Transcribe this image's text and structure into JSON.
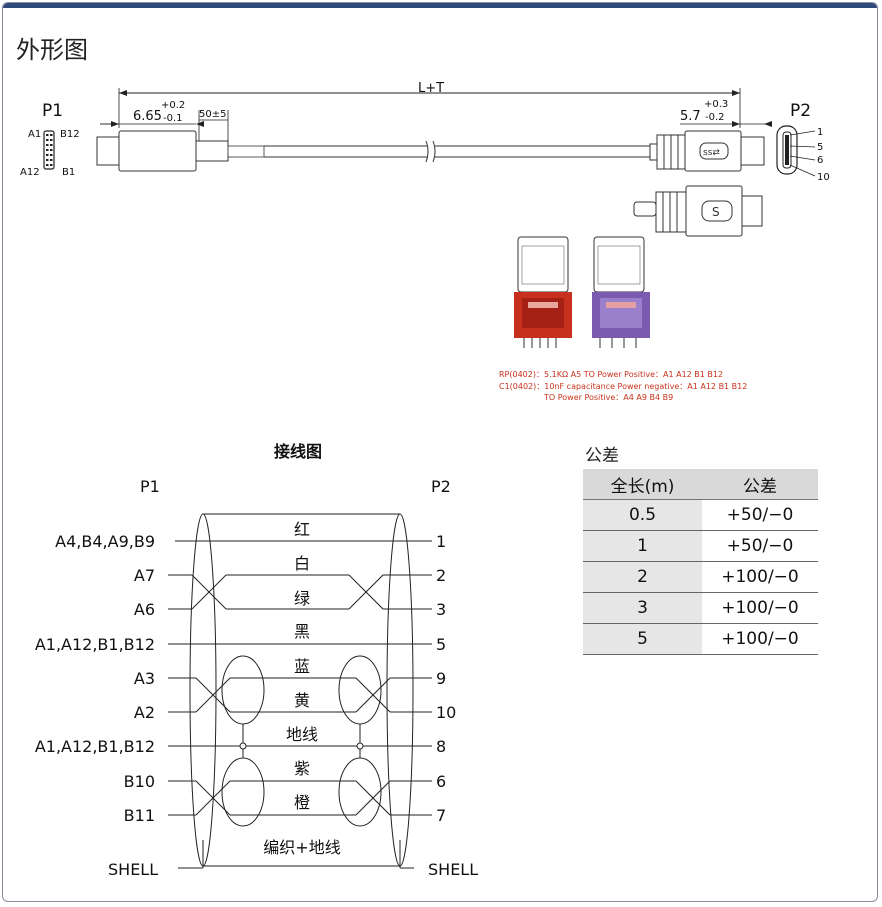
{
  "title": "外形图",
  "outline": {
    "p1_label": "P1",
    "p2_label": "P2",
    "p1_pins": [
      "A1",
      "B12",
      "A12",
      "B1"
    ],
    "p2_pins": [
      "1",
      "5",
      "6",
      "10"
    ],
    "length_label": "L+T",
    "dim_left": "6.65",
    "dim_left_plus": "+0.2",
    "dim_left_minus": "-0.1",
    "dim_label": "50±5",
    "dim_right": "5.7",
    "dim_right_plus": "+0.3",
    "dim_right_minus": "-0.2",
    "pcb_note_1": "RP(0402)：5.1KΩ A5 TO Power Positive：A1 A12 B1 B12",
    "pcb_note_2a": "C1(0402)：10nF capacitance Power negative：A1 A12 B1 B12",
    "pcb_note_2b": "TO Power Positive：A4 A9 B4 B9"
  },
  "wiring": {
    "title": "接线图",
    "p1": "P1",
    "p2": "P2",
    "left_labels": [
      "A4,B4,A9,B9",
      "A7",
      "A6",
      "A1,A12,B1,B12",
      "A3",
      "A2",
      "A1,A12,B1,B12",
      "B10",
      "B11"
    ],
    "right_labels": [
      "1",
      "2",
      "3",
      "5",
      "9",
      "10",
      "8",
      "6",
      "7"
    ],
    "wire_colors": [
      "红",
      "白",
      "绿",
      "黑",
      "蓝",
      "黄",
      "地线",
      "紫",
      "橙"
    ],
    "shield_label": "编织+地线",
    "shell_left": "SHELL",
    "shell_right": "SHELL"
  },
  "tolerance": {
    "title": "公差",
    "headers": [
      "全长(m)",
      "公差"
    ],
    "rows": [
      [
        "0.5",
        "+50/−0"
      ],
      [
        "1",
        "+50/−0"
      ],
      [
        "2",
        "+100/−0"
      ],
      [
        "3",
        "+100/−0"
      ],
      [
        "5",
        "+100/−0"
      ]
    ]
  }
}
